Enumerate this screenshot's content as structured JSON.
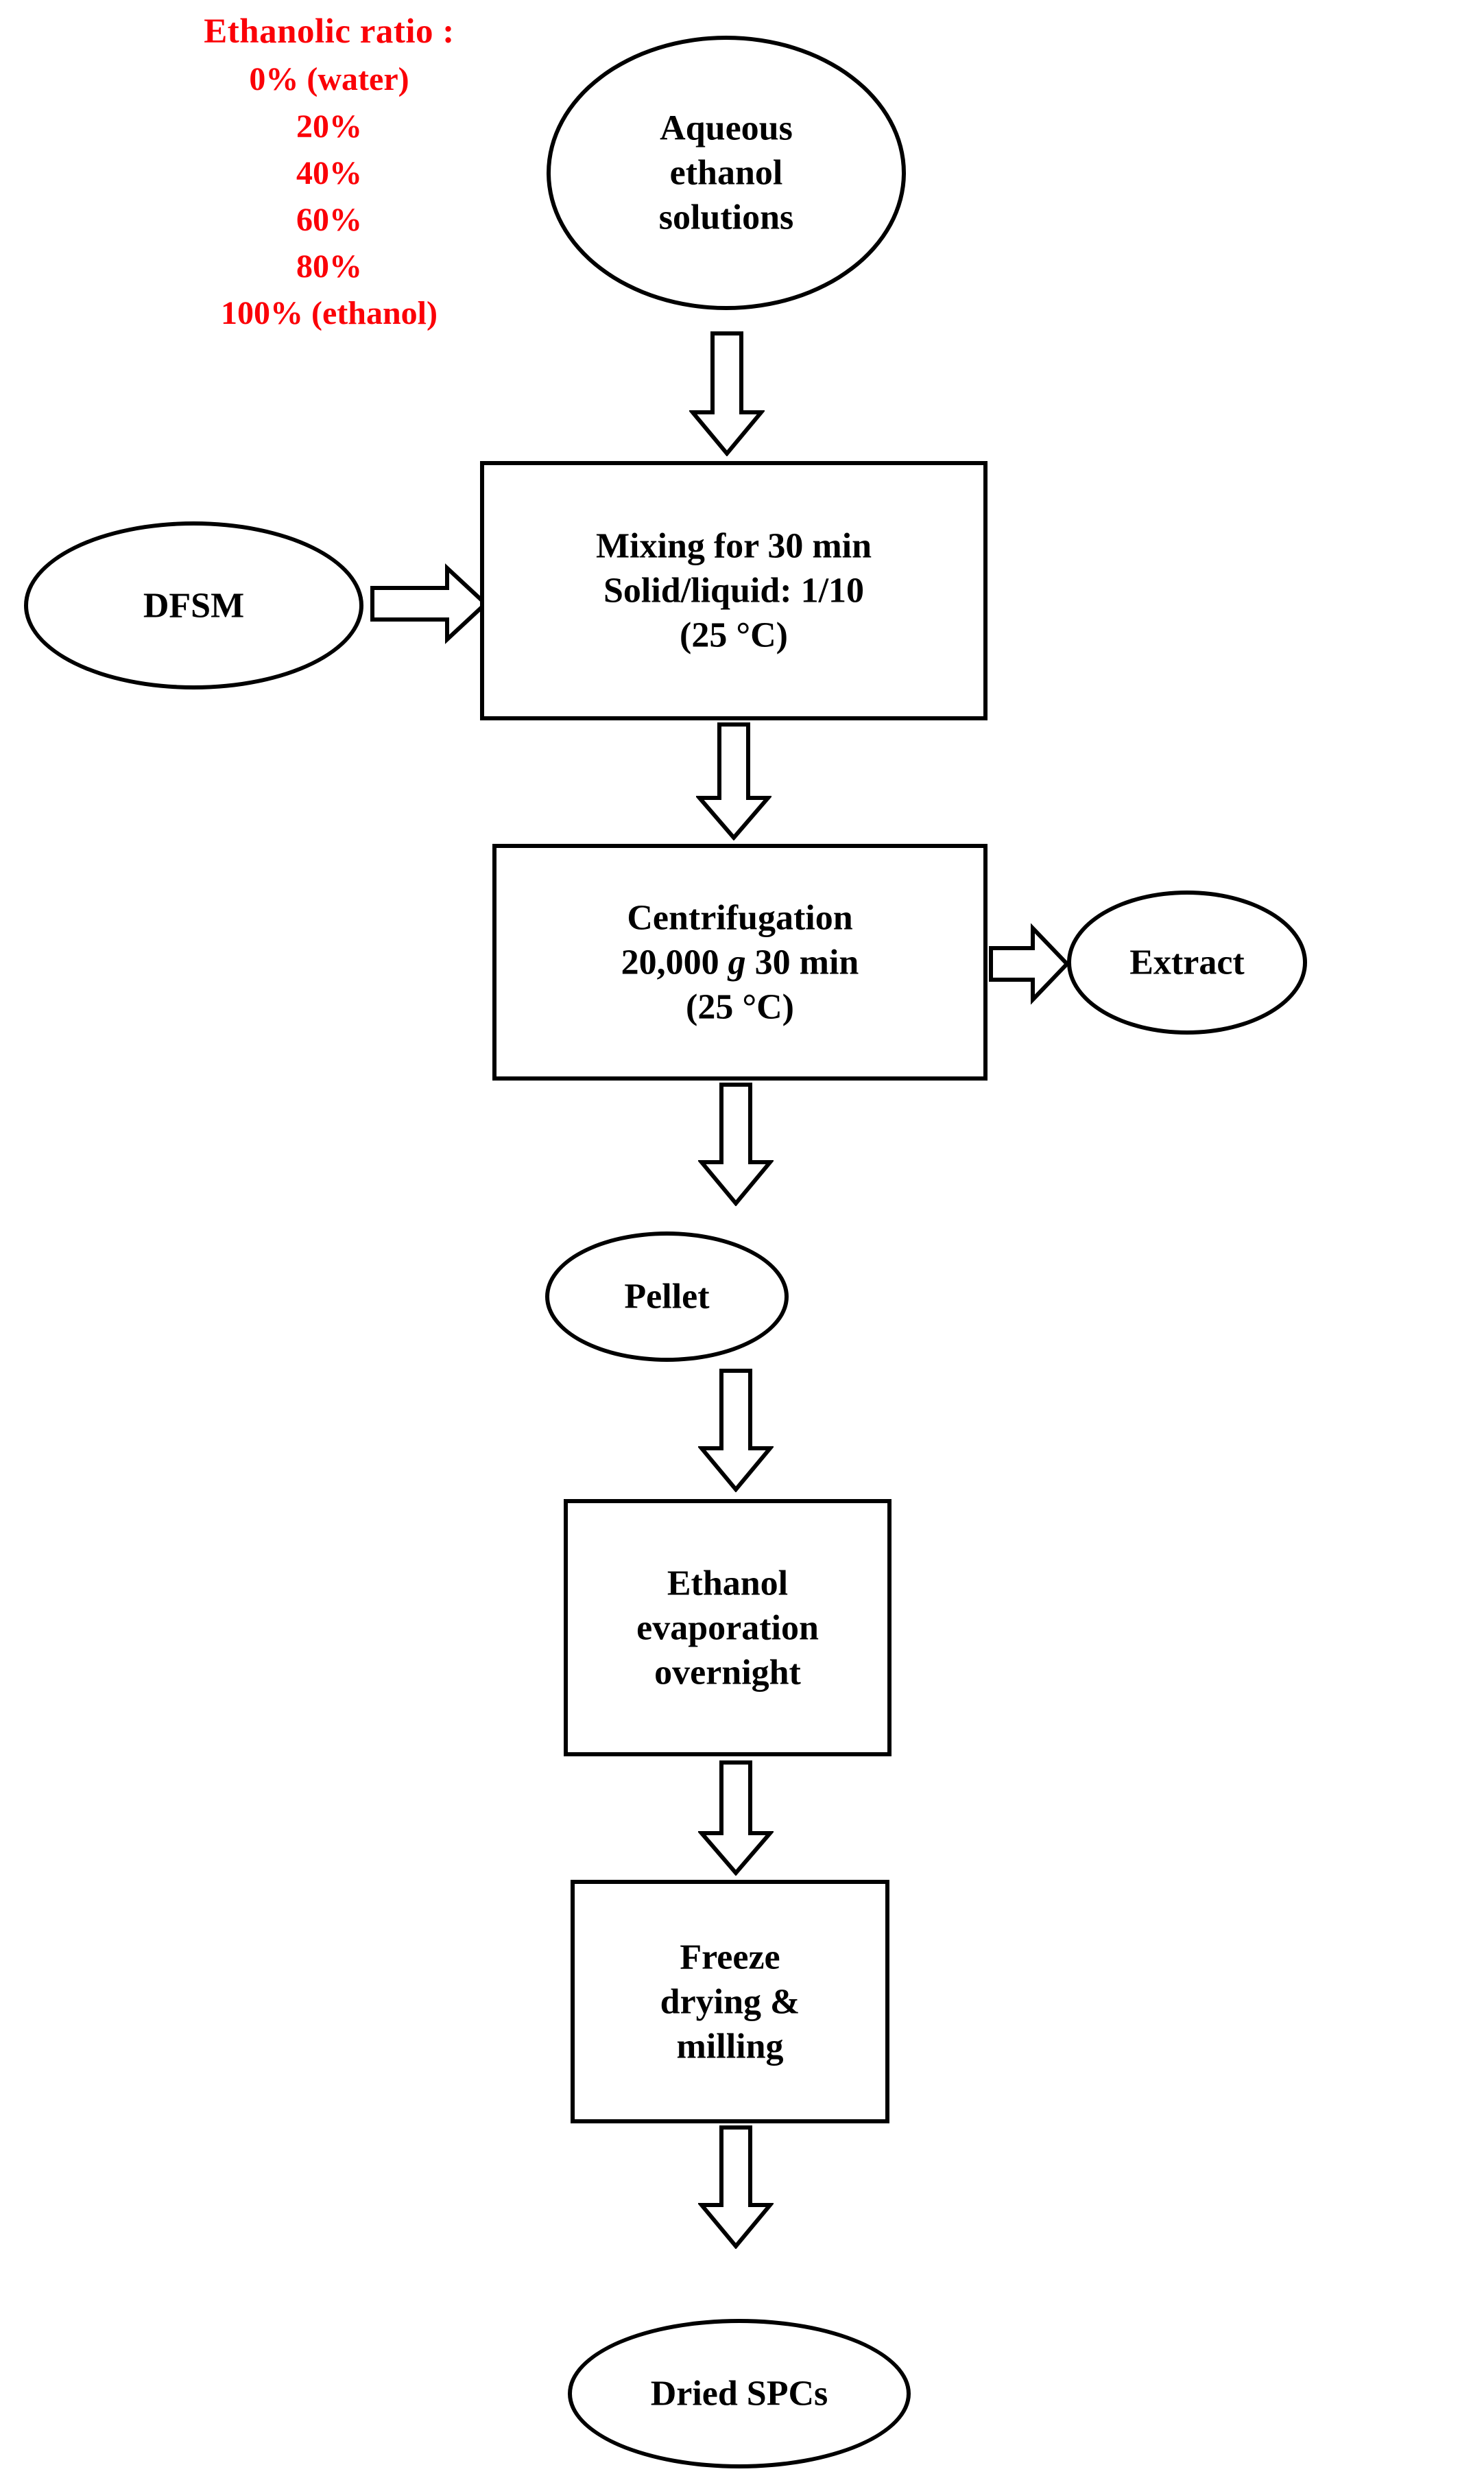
{
  "legend": {
    "title": "Ethanolic ratio :",
    "items": [
      "0% (water)",
      "20%",
      "40%",
      "60%",
      "80%",
      "100% (ethanol)"
    ],
    "color": "#fb0007"
  },
  "nodes": {
    "aqueous": {
      "lines": [
        "Aqueous",
        "ethanol",
        "solutions"
      ]
    },
    "dfsm": {
      "lines": [
        "DFSM"
      ]
    },
    "mixing": {
      "lines": [
        "Mixing for 30 min",
        "Solid/liquid:  1/10",
        "(25 °C)"
      ]
    },
    "centrifugation": {
      "line1": "Centrifugation",
      "line2_a": "20,000 ",
      "line2_italic": "g",
      "line2_b": " 30 min",
      "line3": "(25 °C)"
    },
    "extract": {
      "lines": [
        "Extract"
      ]
    },
    "pellet": {
      "lines": [
        "Pellet"
      ]
    },
    "evaporation": {
      "lines": [
        "Ethanol",
        "evaporation",
        "overnight"
      ]
    },
    "freeze": {
      "lines": [
        "Freeze",
        "drying &",
        "milling"
      ]
    },
    "dried_spcs": {
      "lines": [
        "Dried SPCs"
      ]
    }
  },
  "arrows": {
    "aqueous_to_mixing": "down-block-arrow",
    "dfsm_to_mixing": "right-block-arrow",
    "mixing_to_centrifugation": "down-block-arrow",
    "centrifugation_to_extract": "right-block-arrow",
    "centrifugation_to_pellet": "down-block-arrow",
    "pellet_to_evaporation": "down-block-arrow",
    "evaporation_to_freeze": "down-block-arrow",
    "freeze_to_dried": "down-block-arrow"
  },
  "colors": {
    "stroke": "#000000",
    "fill": "#ffffff",
    "accent_red": "#fb0007"
  }
}
